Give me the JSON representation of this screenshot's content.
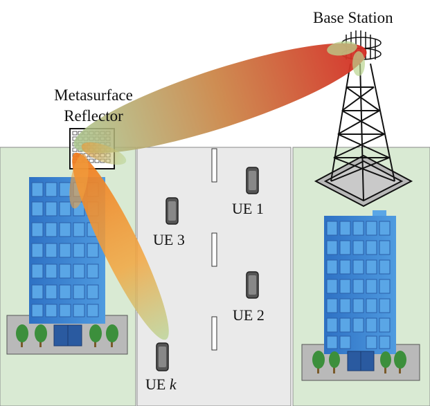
{
  "labels": {
    "base_station": "Base Station",
    "metasurface_line1": "Metasurface",
    "metasurface_line2": "Reflector",
    "ue1": "UE 1",
    "ue2": "UE 2",
    "ue3": "UE 3",
    "uek_prefix": "UE ",
    "uek_index": "k"
  },
  "colors": {
    "ground": "#d9ead3",
    "road": "#eaeaea",
    "building": "#2f73c4",
    "window": "#4f9be0",
    "beam_hot": "#d42a22",
    "beam_warm": "#ee8a2a",
    "beam_cool": "#a9c78e",
    "tree": "#3c8f3c"
  }
}
